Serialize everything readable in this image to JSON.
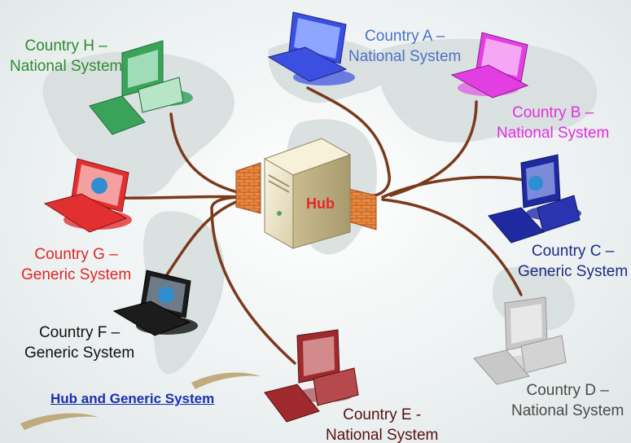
{
  "hub": {
    "label": "Hub",
    "label_color": "#e8262a"
  },
  "title": {
    "text": "Hub and Generic System",
    "color": "#1b2fb0"
  },
  "nodes": [
    {
      "id": "h",
      "line1": "Country H –",
      "line2": "National System",
      "color": "#2e8b2e",
      "device": "desktop",
      "device_color": "#3aa35a"
    },
    {
      "id": "a",
      "line1": "Country A –",
      "line2": "National System",
      "color": "#4a72c8",
      "device": "laptop",
      "device_color": "#3b4fe0"
    },
    {
      "id": "b",
      "line1": "Country B –",
      "line2": "National System",
      "color": "#e32de3",
      "device": "laptop",
      "device_color": "#e23ee2"
    },
    {
      "id": "c",
      "line1": "Country C –",
      "line2": "Generic System",
      "color": "#1d2a86",
      "device": "desktop",
      "device_color": "#1f2aa0"
    },
    {
      "id": "d",
      "line1": "Country D –",
      "line2": "National System",
      "color": "#4a4a4a",
      "device": "desktop",
      "device_color": "#c8c8c8"
    },
    {
      "id": "e",
      "line1": "Country E -",
      "line2": "National System",
      "color": "#5a1010",
      "device": "desktop",
      "device_color": "#9e2a2e"
    },
    {
      "id": "f",
      "line1": "Country F –",
      "line2": "Generic System",
      "color": "#111111",
      "device": "laptop",
      "device_color": "#1c1c1c"
    },
    {
      "id": "g",
      "line1": "Country G –",
      "line2": "Generic System",
      "color": "#e02525",
      "device": "laptop",
      "device_color": "#e23030"
    }
  ],
  "colors": {
    "cable": "#7a3a1c",
    "firewall": "#e07a3a",
    "server": "#efe8cf"
  }
}
